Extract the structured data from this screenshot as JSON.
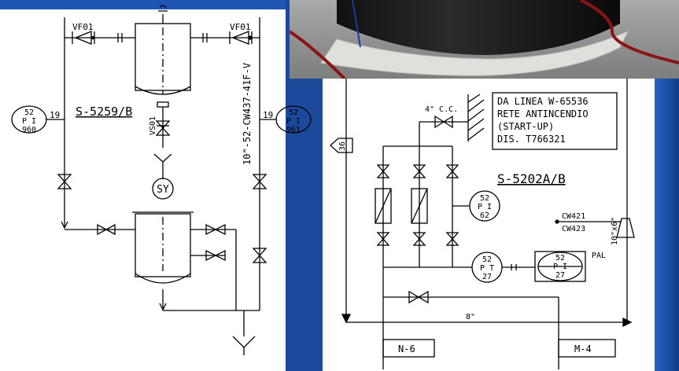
{
  "left": {
    "valve_tag_left": "VF01",
    "valve_tag_right": "VF01",
    "equipment_label": "S-5259/B",
    "pipe_spec": "10\"-52-CW437-41F-V",
    "drain_tag": "VS01",
    "sy_label": "SY",
    "line_no_left": "19",
    "line_no_right": "19",
    "pi_left": {
      "loop": "52",
      "fn": "P I",
      "tag": "960"
    },
    "pi_right": {
      "loop": "52",
      "fn": "P I",
      "tag": "961"
    }
  },
  "right": {
    "note_lines": [
      "DA LINEA W-65536",
      "RETE ANTINCENDIO",
      "(START-UP)",
      "DIS. T766321"
    ],
    "pipe_cc": "4\" C.C.",
    "equipment_label": "S-5202A/B",
    "arrow_tag": "36",
    "pi_62": {
      "loop": "52",
      "fn": "P I",
      "tag": "62"
    },
    "pt_27": {
      "loop": "52",
      "fn": "P T",
      "tag": "27"
    },
    "pi_27": {
      "loop": "52",
      "fn": "P I",
      "tag": "27"
    },
    "pal_label": "PAL",
    "cw_a": "CW421",
    "cw_b": "CW423",
    "reducer_size": "10\"x6\"",
    "header_size": "8\"",
    "box_n": "N-6",
    "box_m": "M-4"
  }
}
